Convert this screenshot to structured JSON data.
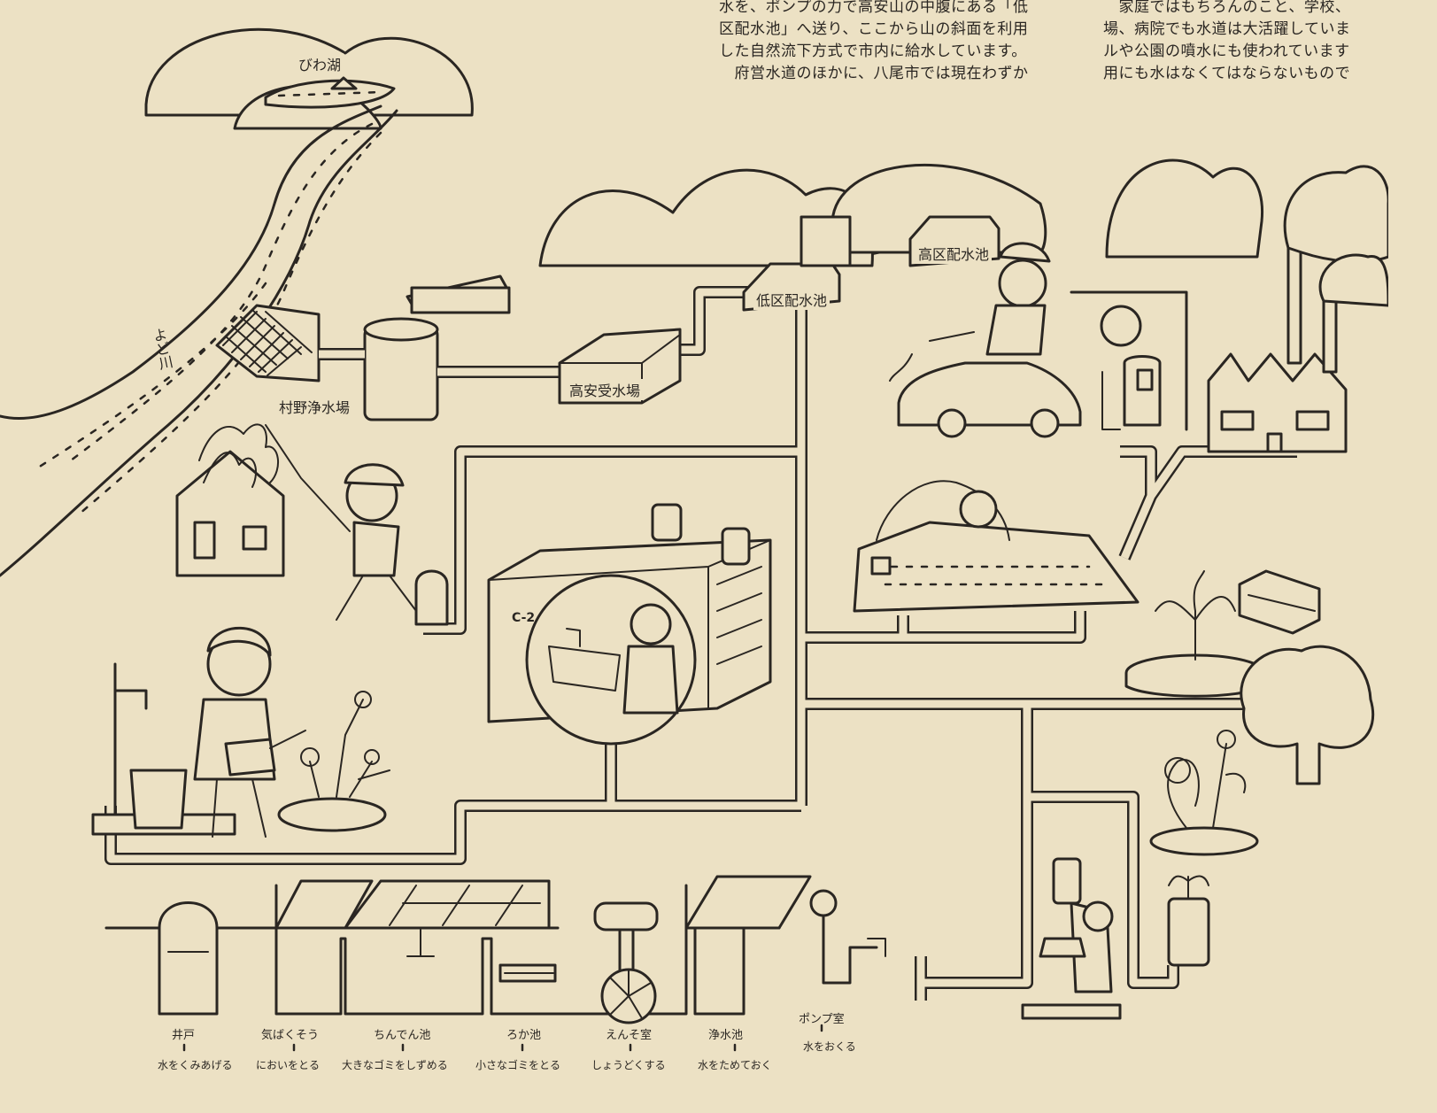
{
  "article": {
    "col1": [
      "水を、ポンプの力で高安山の中腹にある「低",
      "区配水池」へ送り、ここから山の斜面を利用",
      "した自然流下方式で市内に給水しています。",
      "　府営水道のほかに、八尾市では現在わずか"
    ],
    "col2": [
      "　家庭ではもちろんのこと、学校、",
      "場、病院でも水道は大活躍していま",
      "ルや公園の噴水にも使われています",
      "用にも水はなくてはならないもので"
    ]
  },
  "labels": {
    "lake": "びわ湖",
    "river": "よど川",
    "murano": "村野浄水場",
    "takayasu": "高安受水場",
    "low_reservoir": "低区配水池",
    "high_reservoir": "高区配水池"
  },
  "cabinet_tag": "C-2",
  "treatment": {
    "stages": [
      {
        "name": "井戸",
        "desc": "水をくみあげる"
      },
      {
        "name": "気ばくそう",
        "desc": "においをとる"
      },
      {
        "name": "ちんでん池",
        "desc": "大きなゴミをしずめる"
      },
      {
        "name": "ろか池",
        "desc": "小さなゴミをとる"
      },
      {
        "name": "えんそ室",
        "desc": "しょうどくする"
      },
      {
        "name": "浄水池",
        "desc": "水をためておく"
      }
    ],
    "pump": {
      "name": "ポンプ室",
      "desc": "水をおくる"
    }
  },
  "icons": [
    "mountain-icon",
    "lake-icon",
    "river-icon",
    "treatment-plant-icon",
    "reservoir-icon",
    "house-fire-icon",
    "firefighter-icon",
    "fire-hydrant-icon",
    "faucet-icon",
    "bucket-icon",
    "watering-can-icon",
    "flower-bed-icon",
    "sink-icon",
    "car-wash-icon",
    "gas-pump-icon",
    "factory-icon",
    "chimney-smoke-icon",
    "pool-icon",
    "fountain-icon",
    "bench-icon",
    "tree-icon",
    "rose-icon",
    "microscope-icon",
    "pump-wheel-icon"
  ],
  "colors": {
    "paper": "#ece1c4",
    "ink": "#2a2622"
  }
}
